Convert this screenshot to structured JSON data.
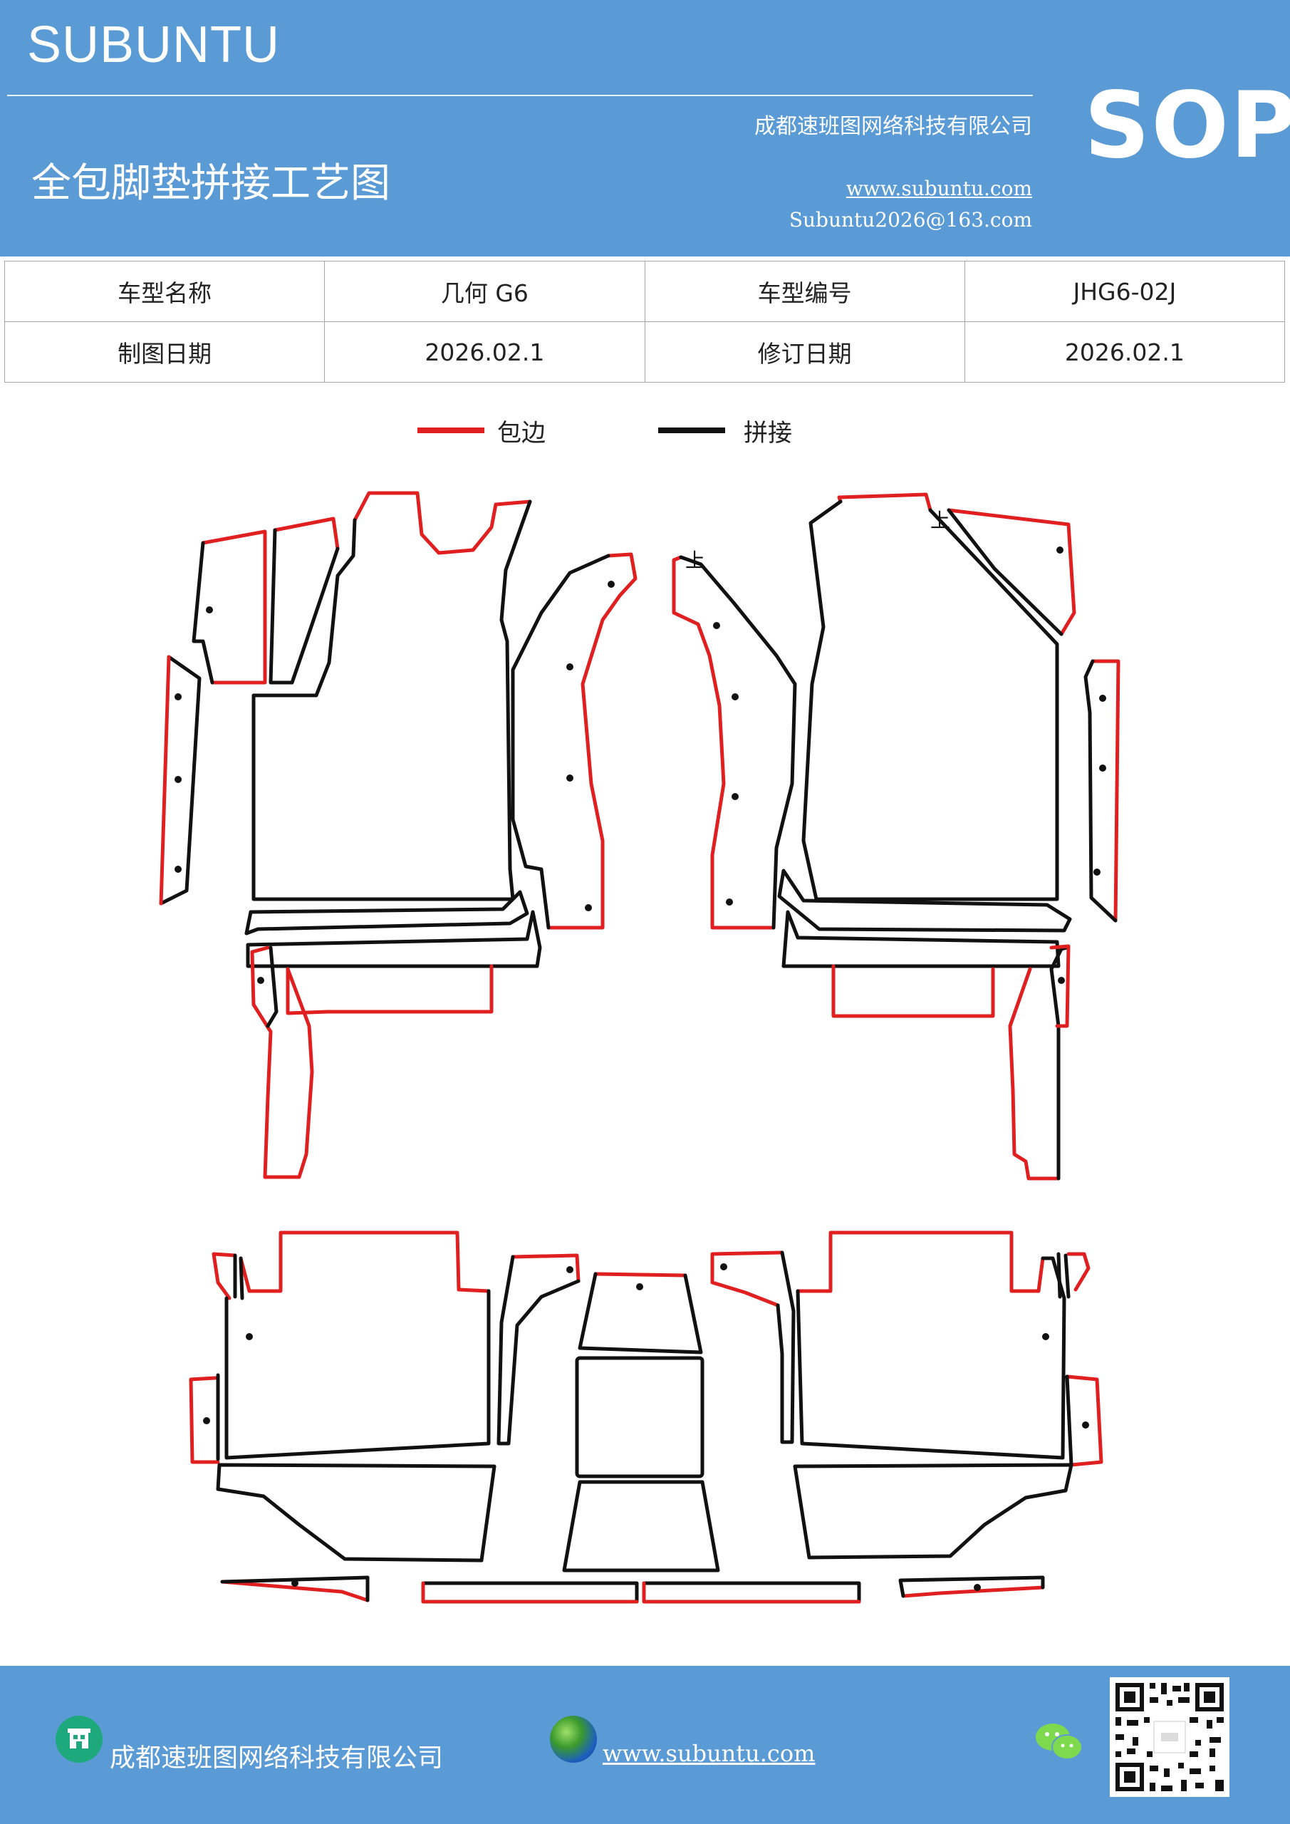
{
  "header": {
    "brand": "SUBUNTU",
    "company": "成都速班图网络科技有限公司",
    "sop": "SOP",
    "doc_title": "全包脚垫拼接工艺图",
    "website": "www.subuntu.com",
    "email": "Subuntu2026@163.com"
  },
  "info_table": {
    "rows": [
      [
        "车型名称",
        "几何 G6",
        "车型编号",
        "JHG6-02J"
      ],
      [
        "制图日期",
        "2026.02.1",
        "修订日期",
        "2026.02.1"
      ]
    ]
  },
  "legend": {
    "items": [
      {
        "label": "包边",
        "color": "#e02020"
      },
      {
        "label": "拼接",
        "color": "#111111"
      }
    ]
  },
  "drawing": {
    "marks": [
      "上",
      "上"
    ],
    "edge_color": "#e02020",
    "seam_color": "#111111"
  },
  "footer": {
    "company": "成都速班图网络科技有限公司",
    "website": "www.subuntu.com",
    "icons": [
      "building-icon",
      "globe-icon",
      "wechat-icon",
      "qr-code"
    ]
  },
  "colors": {
    "header_bg": "#5b9bd5",
    "footer_bg": "#5b9bd5"
  }
}
